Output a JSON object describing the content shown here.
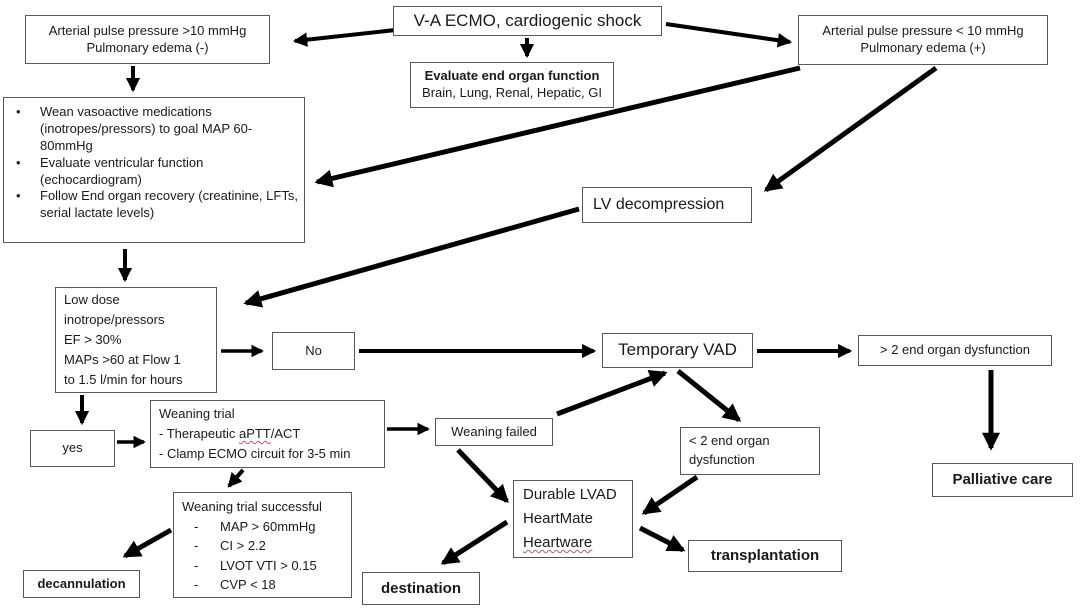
{
  "colors": {
    "background": "#ffffff",
    "box_border": "#595959",
    "arrow": "#000000",
    "text": "#1a1a1a",
    "spellcheck_underline": "#bf5a5a"
  },
  "nodes": {
    "root": {
      "label": "V-A ECMO, cardiogenic shock"
    },
    "evaluate": {
      "title": "Evaluate end organ function",
      "subtitle": "Brain, Lung, Renal, Hepatic, GI"
    },
    "pulse_gt10": {
      "line1": "Arterial pulse pressure >10 mmHg",
      "line2": "Pulmonary edema (-)"
    },
    "pulse_lt10": {
      "line1": "Arterial pulse pressure < 10 mmHg",
      "line2": "Pulmonary edema (+)"
    },
    "wean": {
      "bullet_char": "•",
      "items": [
        "Wean vasoactive medications (inotropes/pressors) to goal MAP 60-80mmHg",
        "Evaluate ventricular function (echocardiogram)",
        "Follow End organ recovery (creatinine, LFTs, serial lactate levels)"
      ]
    },
    "lv_decompression": {
      "label": "LV decompression"
    },
    "low_dose": {
      "lines": [
        "Low dose",
        "inotrope/pressors",
        "EF > 30%",
        "MAPs >60 at Flow 1",
        "to 1.5 l/min for hours"
      ]
    },
    "no": {
      "label": "No"
    },
    "temporary_vad": {
      "label": "Temporary VAD"
    },
    "gt2_dysfunction": {
      "label": "> 2 end organ dysfunction"
    },
    "yes": {
      "label": "yes"
    },
    "weaning_trial": {
      "title": "Weaning trial",
      "item1_prefix": "- Therapeutic ",
      "item1_wavy": "aPTT",
      "item1_suffix": "/ACT",
      "item2": "- Clamp ECMO circuit for 3-5 min"
    },
    "weaning_failed": {
      "label": "Weaning failed"
    },
    "lt2_dysfunction": {
      "line1": "< 2 end organ",
      "line2": "dysfunction"
    },
    "weaning_success": {
      "title": "Weaning trial successful",
      "dash": "-",
      "items": [
        "MAP > 60mmHg",
        "CI > 2.2",
        "LVOT VTI > 0.15",
        "CVP < 18"
      ]
    },
    "durable_lvad": {
      "line1": "Durable LVAD",
      "line2": "HeartMate",
      "line3_wavy": "Heartware"
    },
    "decannulation": {
      "label": "decannulation"
    },
    "destination": {
      "label": "destination"
    },
    "transplantation": {
      "label": "transplantation"
    },
    "palliative": {
      "label": "Palliative care"
    }
  }
}
